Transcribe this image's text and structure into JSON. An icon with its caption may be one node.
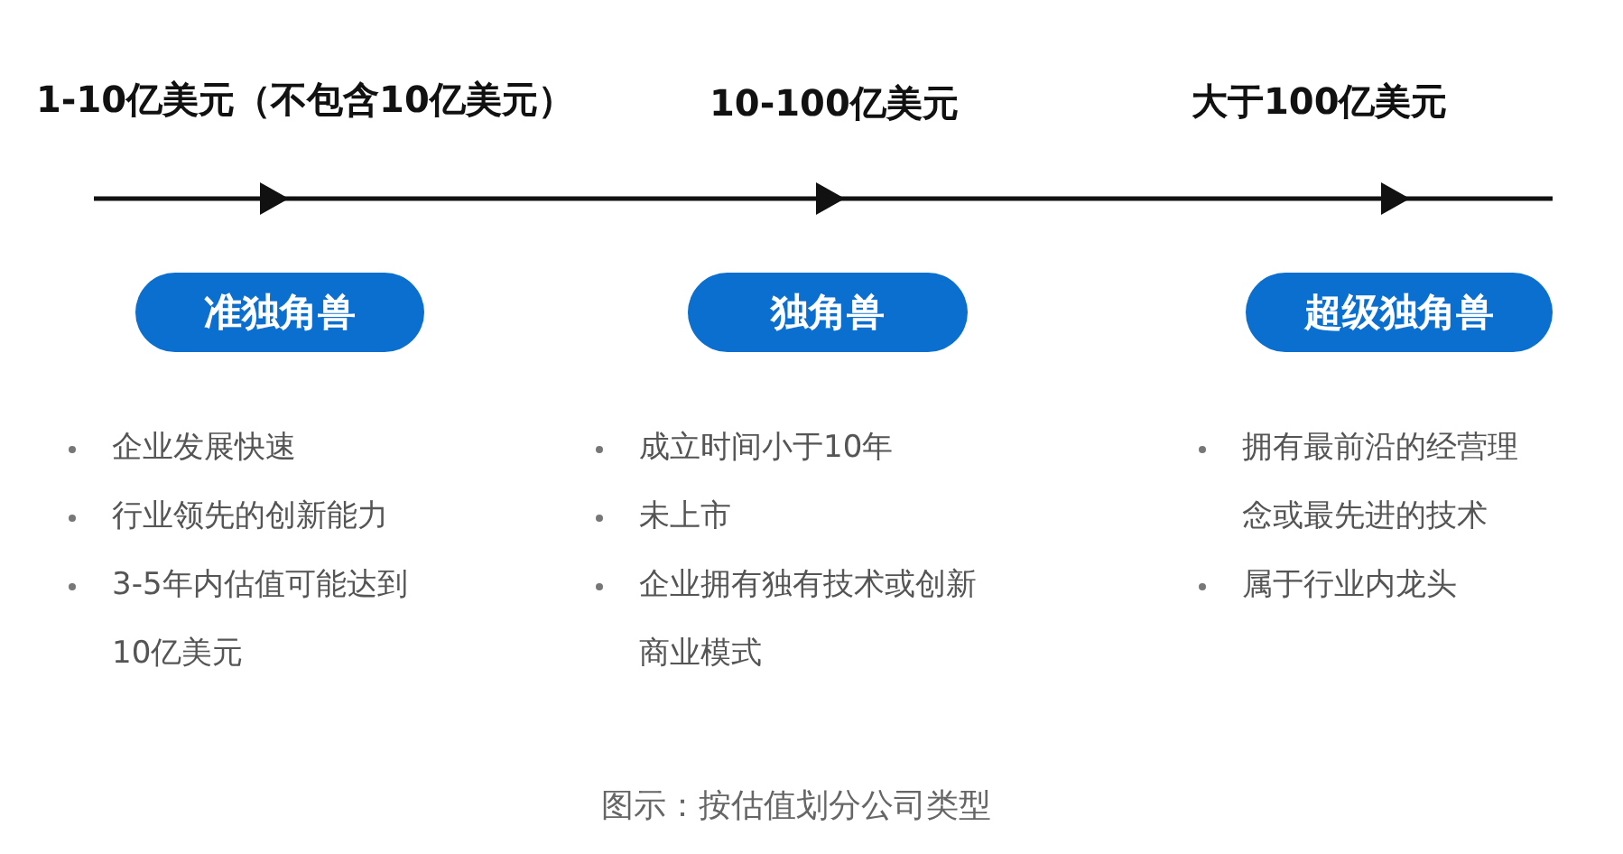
{
  "diagram": {
    "caption": "图示：按估值划分公司类型",
    "nodes": [
      {
        "text": [
          "准独角兽"
        ]
      },
      {
        "text": [
          "独角兽"
        ]
      },
      {
        "text": [
          "超级独角兽"
        ]
      }
    ],
    "edges": [],
    "labels": [
      "1-10亿美元（不包含10亿美元）",
      "10-100亿美元",
      "大于100亿美元",
      "企业发展快速",
      "行业领先的创新能力",
      "3-5年内估值可能达到10亿美元",
      "成立时间小于10年",
      "未上市",
      "企业拥有独有技术或创新商业模式",
      "拥有最前沿的经营理念或最先进的技术",
      "属于行业内龙头"
    ]
  }
}
